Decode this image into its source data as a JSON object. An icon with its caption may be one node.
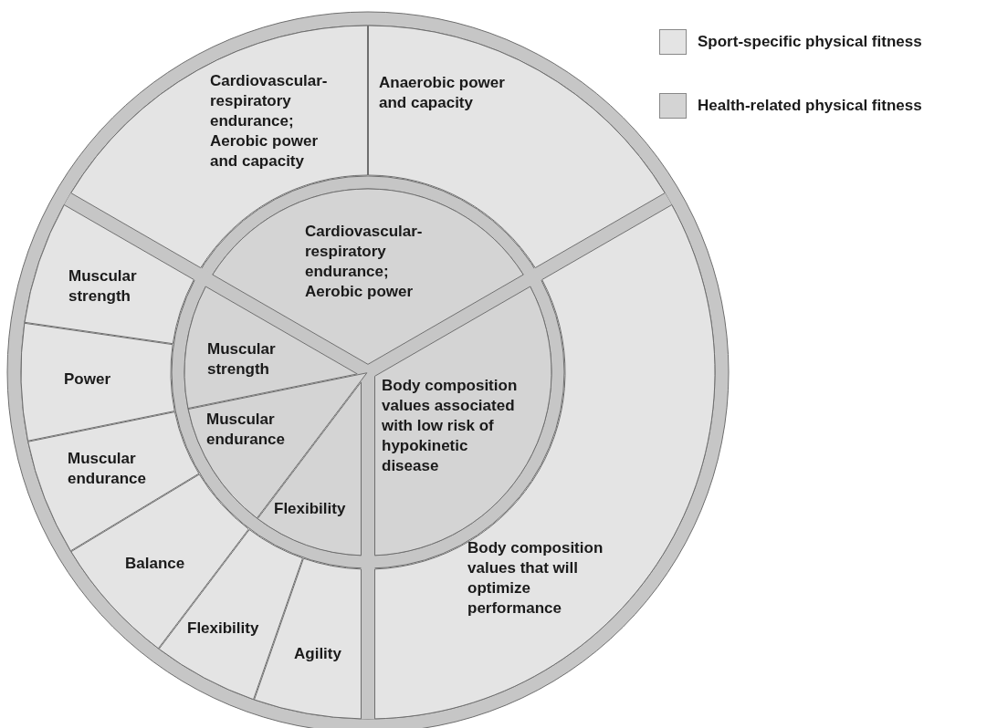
{
  "diagram": {
    "nodes": [
      {
        "text": [
          "Cardiovascular-respiratory endurance; Aerobic power and capacity"
        ]
      },
      {
        "text": [
          "Anaerobic power and capacity"
        ]
      },
      {
        "text": [
          "Cardiovascular-respiratory endurance; Aerobic power"
        ]
      },
      {
        "text": [
          "Muscular strength"
        ]
      },
      {
        "text": [
          "Muscular strength"
        ]
      },
      {
        "text": [
          "Power"
        ]
      },
      {
        "text": [
          "Muscular endurance"
        ]
      },
      {
        "text": [
          "Muscular endurance"
        ]
      },
      {
        "text": [
          "Body composition values associated with low risk of hypokinetic disease"
        ]
      },
      {
        "text": [
          "Flexibility"
        ]
      },
      {
        "text": [
          "Balance"
        ]
      },
      {
        "text": [
          "Body composition values that will optimize performance"
        ]
      },
      {
        "text": [
          "Flexibility"
        ]
      },
      {
        "text": [
          "Agility"
        ]
      }
    ],
    "legend": [
      {
        "text": "Sport-specific physical fitness",
        "color": "#e4e4e4"
      },
      {
        "text": "Health-related physical fitness",
        "color": "#d4d4d4"
      }
    ]
  }
}
